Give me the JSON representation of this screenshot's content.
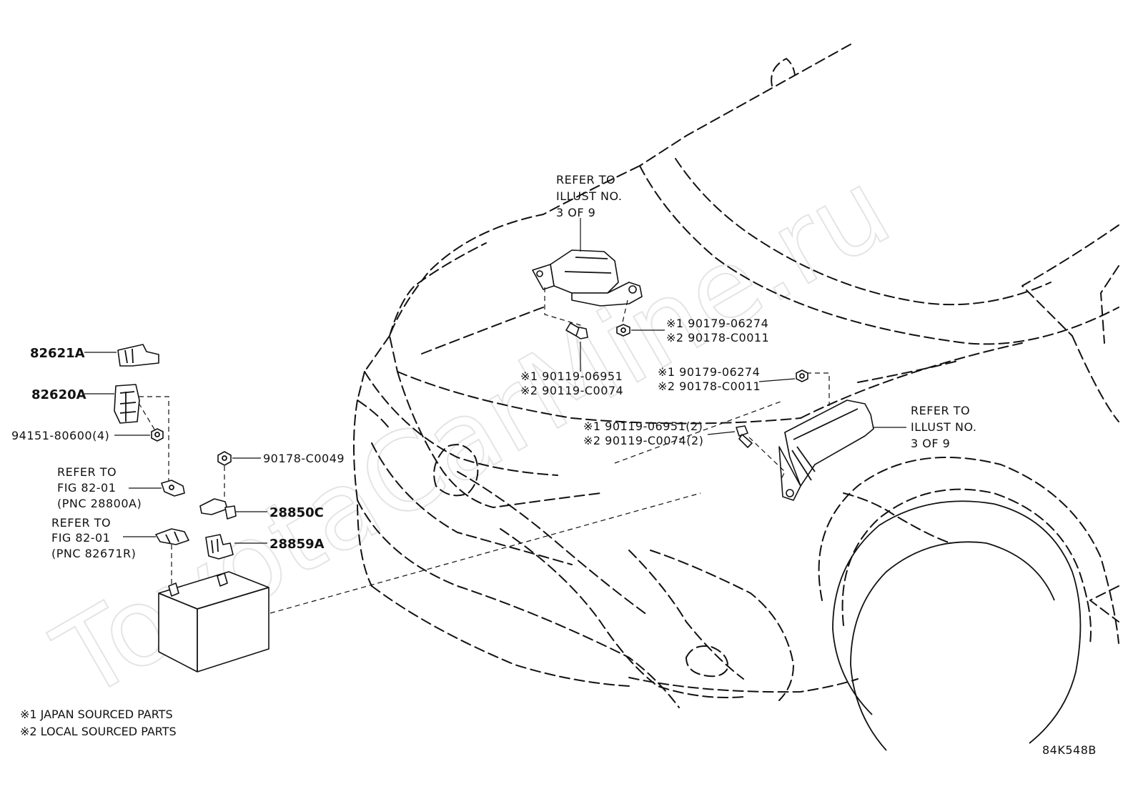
{
  "watermark": "ToyotaCarMine.ru",
  "drawing_code": "84K548B",
  "notes": {
    "note1": "※1 JAPAN SOURCED PARTS",
    "note2": "※2 LOCAL SOURCED PARTS"
  },
  "refer_top": {
    "line1": "REFER TO",
    "line2": "ILLUST NO.",
    "line3": "3 OF 9"
  },
  "refer_right": {
    "line1": "REFER TO",
    "line2": "ILLUST NO.",
    "line3": "3 OF 9"
  },
  "refer_fig1": {
    "line1": "REFER TO",
    "line2": "FIG 82-01",
    "line3": "(PNC 28800A)"
  },
  "refer_fig2": {
    "line1": "REFER TO",
    "line2": "FIG 82-01",
    "line3": "(PNC 82671R)"
  },
  "parts": {
    "p82621A": "82621A",
    "p82620A": "82620A",
    "p94151": "94151-80600(4)",
    "p90178_c0049": "90178-C0049",
    "p28850C": "28850C",
    "p28859A": "28859A",
    "top_nut_1": "※1 90179-06274",
    "top_nut_2": "※2 90178-C0011",
    "top_bolt_1": "※1 90119-06951",
    "top_bolt_2": "※2 90119-C0074",
    "right_nut_1": "※1 90179-06274",
    "right_nut_2": "※2 90178-C0011",
    "right_bolt_1": "※1 90119-06951(2)",
    "right_bolt_2": "※2 90119-C0074(2)"
  }
}
